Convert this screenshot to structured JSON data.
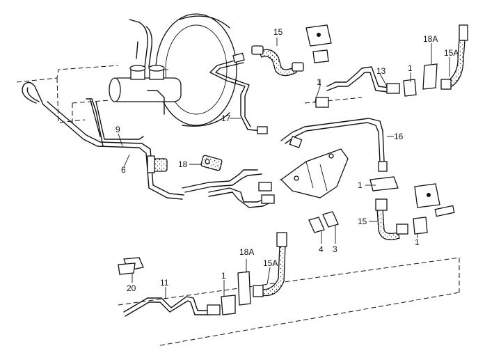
{
  "callouts": {
    "c1a": "1",
    "c1b": "1",
    "c1c": "1",
    "c1d": "1",
    "c1e": "1",
    "c3": "3",
    "c4": "4",
    "c6": "6",
    "c9": "9",
    "c11": "11",
    "c13": "13",
    "c15": "15",
    "c15b": "15",
    "c15Aa": "15A",
    "c15Ab": "15A",
    "c16": "16",
    "c17": "17",
    "c18": "18",
    "c18Aa": "18A",
    "c18Ab": "18A",
    "c20": "20"
  }
}
